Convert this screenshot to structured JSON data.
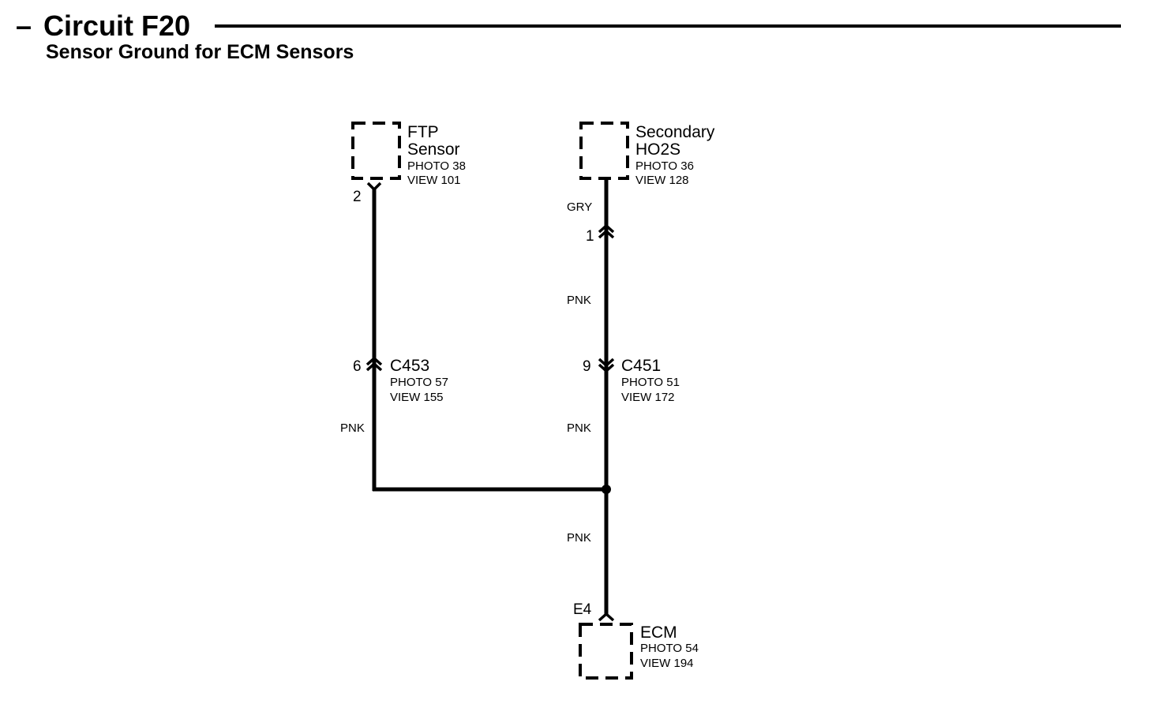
{
  "header": {
    "dash": "–",
    "title": "Circuit F20",
    "subtitle": "Sensor Ground for ECM Sensors"
  },
  "components": {
    "ftp": {
      "line1": "FTP",
      "line2": "Sensor",
      "photo": "PHOTO 38",
      "view": "VIEW 101",
      "pin": "2"
    },
    "ho2s": {
      "line1": "Secondary",
      "line2": "HO2S",
      "photo": "PHOTO 36",
      "view": "VIEW 128"
    },
    "ecm": {
      "name": "ECM",
      "photo": "PHOTO 54",
      "view": "VIEW 194",
      "pin": "E4"
    }
  },
  "connectors": {
    "c453": {
      "name": "C453",
      "photo": "PHOTO 57",
      "view": "VIEW 155",
      "pin": "6"
    },
    "c451": {
      "name": "C451",
      "photo": "PHOTO 51",
      "view": "VIEW 172",
      "pin": "9"
    },
    "ho2s_inline": {
      "pin": "1"
    }
  },
  "wire_colors": {
    "ho2s_upper": "GRY",
    "ho2s_mid": "PNK",
    "right_lower": "PNK",
    "left_lower": "PNK",
    "to_ecm": "PNK"
  },
  "colors": {
    "ink": "#000000",
    "background": "#ffffff"
  }
}
